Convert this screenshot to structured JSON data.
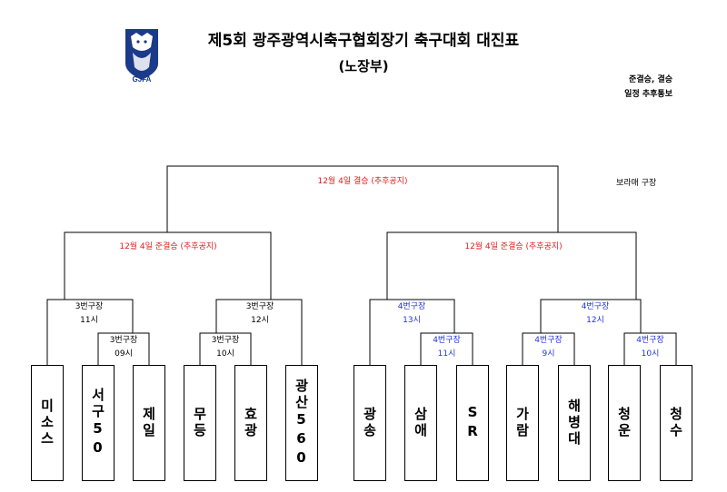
{
  "header": {
    "logo_text": "GJFA",
    "title": "제5회 광주광역시축구협회장기 축구대회 대진표",
    "subtitle": "(노장부)",
    "note_line1": "준결승, 결승",
    "note_line2": "일정 추후통보"
  },
  "final": {
    "label": "12월 4일 결승 (추후공지)",
    "venue": "보라매 구장"
  },
  "semifinals": [
    {
      "label": "12월 4일 준결승 (추후공지)"
    },
    {
      "label": "12월 4일 준결승 (추후공지)"
    }
  ],
  "matches": [
    {
      "venue": "3번구장",
      "time": "11시"
    },
    {
      "venue": "3번구장",
      "time": "09시"
    },
    {
      "venue": "3번구장",
      "time": "12시"
    },
    {
      "venue": "3번구장",
      "time": "10시"
    },
    {
      "venue": "4번구장",
      "time": "13시"
    },
    {
      "venue": "4번구장",
      "time": "11시"
    },
    {
      "venue": "4번구장",
      "time": "12시"
    },
    {
      "venue": "4번구장",
      "time": "9시"
    },
    {
      "venue": "4번구장",
      "time": "10시"
    }
  ],
  "teams": [
    "미소스",
    "서구50",
    "제일",
    "무등",
    "효광",
    "광산560",
    "광송",
    "삼애",
    "SR",
    "가람",
    "해병대",
    "청운",
    "청수"
  ],
  "colors": {
    "red": "#e02020",
    "blue": "#2233dd"
  }
}
